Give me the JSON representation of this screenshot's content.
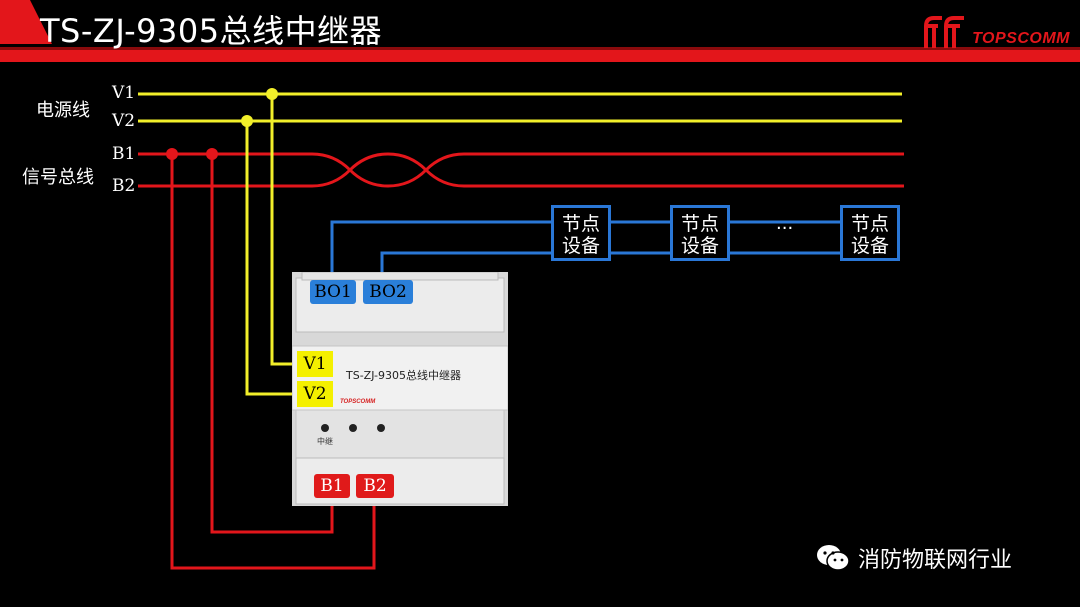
{
  "header": {
    "title": "TS-ZJ-9305总线中继器",
    "brand": "TOPSCOMM",
    "accent_color": "#e3161b"
  },
  "labels": {
    "power_line": "电源线",
    "signal_bus": "信号总线",
    "v1": "V1",
    "v2": "V2",
    "b1": "B1",
    "b2": "B2"
  },
  "node_devices": [
    {
      "line1": "节点",
      "line2": "设备"
    },
    {
      "line1": "节点",
      "line2": "设备"
    },
    {
      "line1": "节点",
      "line2": "设备"
    }
  ],
  "ellipsis": "···",
  "device": {
    "model": "TS-ZJ-9305总线中继器",
    "brand": "TOPSCOMM",
    "led_label": "中继",
    "terminals": {
      "bo1": "BO1",
      "bo2": "BO2",
      "v1": "V1",
      "v2": "V2",
      "b1": "B1",
      "b2": "B2"
    }
  },
  "colors": {
    "power_wire": "#f2ef2a",
    "signal_wire": "#e3161b",
    "output_wire": "#2a77d6"
  },
  "watermark": {
    "icon": "wechat-icon",
    "text": "消防物联网行业"
  }
}
